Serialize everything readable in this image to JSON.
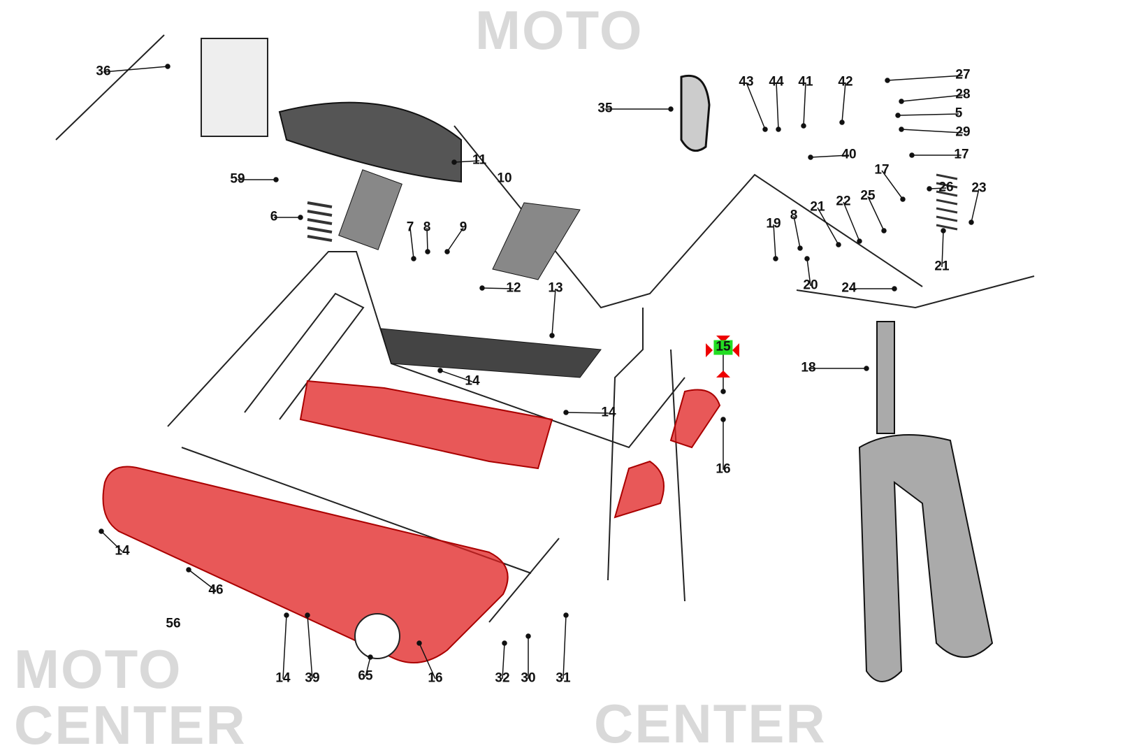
{
  "watermark": {
    "line1": "MOTO",
    "line2": "CENTER"
  },
  "colors": {
    "highlight_part": "#e02020",
    "selected_label_bg": "#22dd22",
    "line": "#111111",
    "watermark": "#d9d9d9"
  },
  "selected_part": "15",
  "labels": [
    "36",
    "11",
    "10",
    "59",
    "6",
    "7",
    "8",
    "9",
    "12",
    "13",
    "14",
    "14",
    "15",
    "16",
    "14",
    "46",
    "56",
    "14",
    "39",
    "65",
    "16",
    "32",
    "30",
    "31",
    "35",
    "43",
    "44",
    "41",
    "42",
    "27",
    "28",
    "5",
    "29",
    "17",
    "40",
    "17",
    "26",
    "23",
    "19",
    "8",
    "21",
    "22",
    "25",
    "20",
    "24",
    "21",
    "18"
  ]
}
